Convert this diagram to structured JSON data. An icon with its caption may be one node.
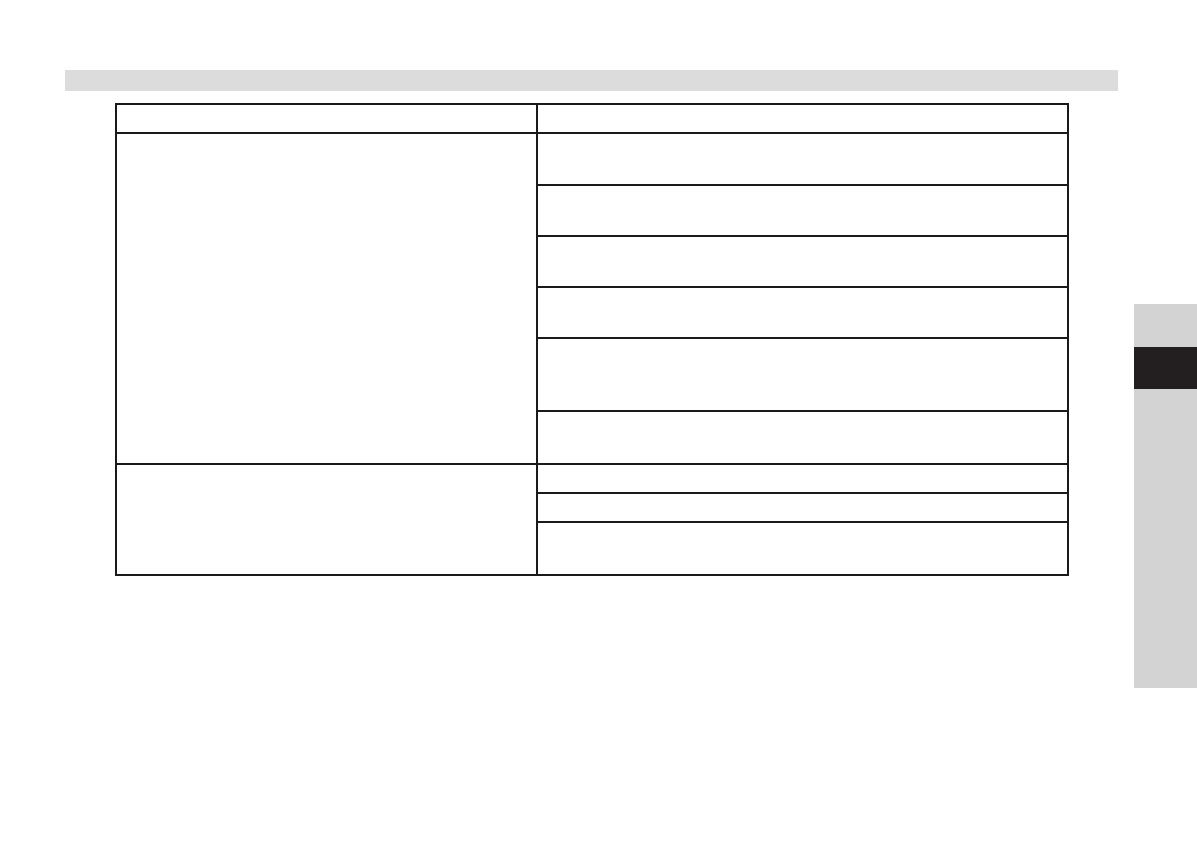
{
  "diagram": {
    "nodes": [
      {
        "text": [],
        "shape": "box"
      },
      {
        "text": [],
        "shape": "box"
      },
      {
        "text": [],
        "shape": "box"
      },
      {
        "text": [],
        "shape": "box"
      },
      {
        "text": [],
        "shape": "box"
      },
      {
        "text": [],
        "shape": "box"
      },
      {
        "text": [],
        "shape": "box"
      },
      {
        "text": [],
        "shape": "box"
      },
      {
        "text": [],
        "shape": "box"
      },
      {
        "text": [],
        "shape": "box"
      },
      {
        "text": [],
        "shape": "box"
      },
      {
        "text": [],
        "shape": "box"
      },
      {
        "text": [],
        "shape": "box"
      }
    ]
  }
}
